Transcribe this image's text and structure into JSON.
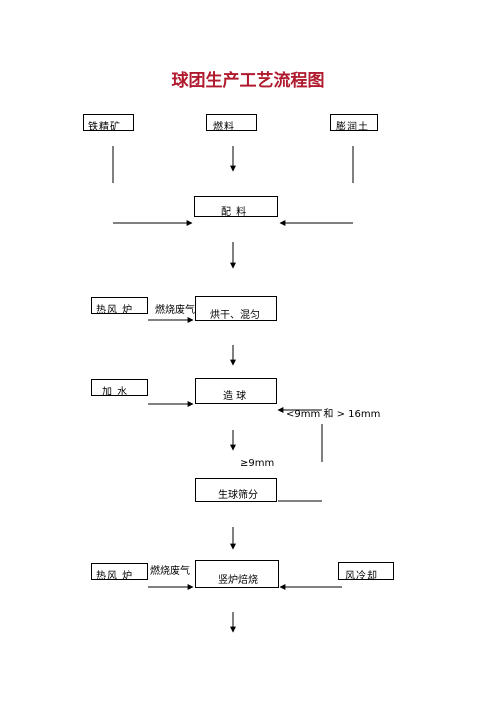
{
  "title": "球团生产工艺流程图",
  "nodes": {
    "concentrate": "铁精矿",
    "bentonite": "膨润土",
    "coke": "燃料",
    "batching": "配  料",
    "hot_air_1": "热风 炉",
    "drying": "烘干、混匀",
    "water": "加  水",
    "pelletizing": "造  球",
    "screening": "生球筛分",
    "hot_air_2": "热风 炉",
    "firing": "竖炉焙烧",
    "cooling": "风冷却"
  },
  "labels": {
    "exhaust_1": "燃烧废气",
    "exhaust_2": "燃烧废气",
    "undersize": "<9mm 和 > 16mm",
    "oversize": "≥9mm"
  },
  "colors": {
    "title": "#b01a2e",
    "line": "#000000"
  }
}
